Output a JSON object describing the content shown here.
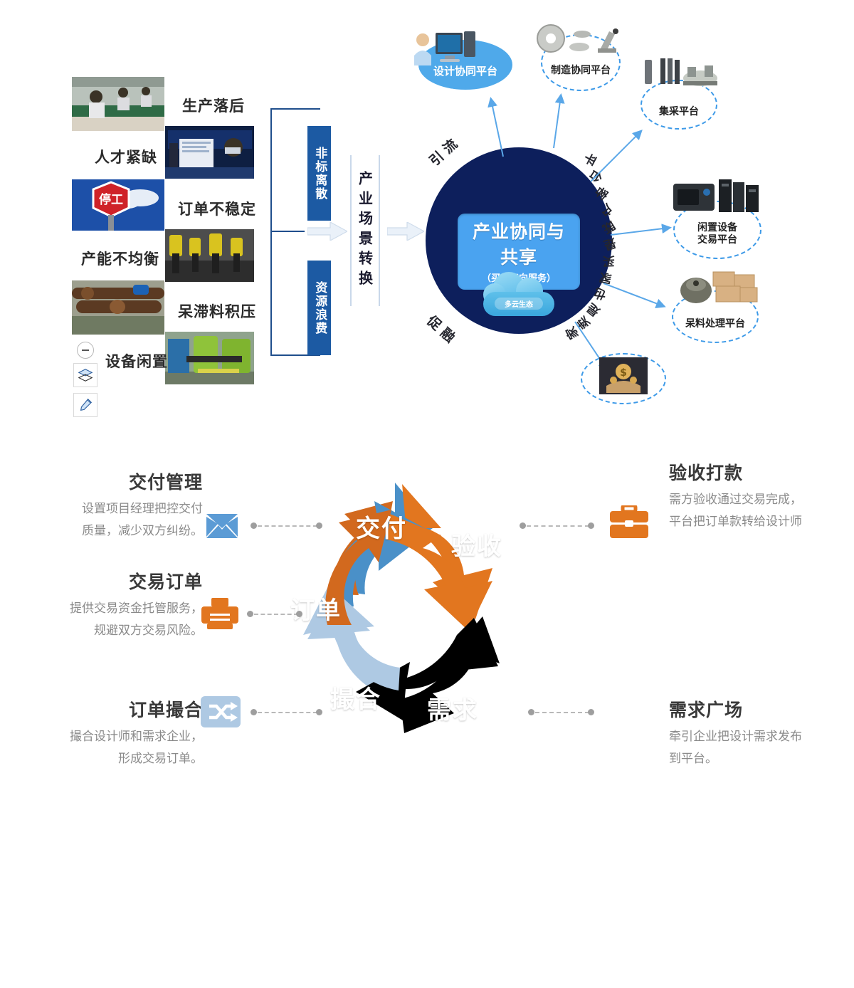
{
  "top": {
    "pain_points": [
      {
        "label": "生产落后"
      },
      {
        "label": "人才紧缺"
      },
      {
        "label": "订单不稳定"
      },
      {
        "label": "产能不均衡"
      },
      {
        "label": "呆滞料积压"
      },
      {
        "label": "设备闲置"
      }
    ],
    "issue_boxes": [
      {
        "label": "非标离散"
      },
      {
        "label": "资源浪费"
      }
    ],
    "converter": {
      "label": "产业场景转换"
    },
    "hub": {
      "title": "产业协同与共享",
      "subtitle": "（买卖双向服务）",
      "cloud_label": "多云生态"
    },
    "arc_left_top": "引 流",
    "arc_left_bottom": "促 融",
    "arc_right": "平台客户既是买家也是卖家",
    "nodes": [
      {
        "label": "设计协同平台",
        "style": "solid"
      },
      {
        "label": "制造协同平台",
        "style": "dashed"
      },
      {
        "label": "集采平台",
        "style": "dashed"
      },
      {
        "label_line1": "闲置设备",
        "label_line2": "交易平台",
        "style": "dashed"
      },
      {
        "label": "呆料处理平台",
        "style": "dashed"
      },
      {
        "label": "金融服务",
        "style": "dashed"
      }
    ],
    "tools": [
      {
        "name": "minus"
      },
      {
        "name": "layers"
      },
      {
        "name": "brush"
      }
    ]
  },
  "bottom": {
    "cycle": [
      {
        "label": "交付",
        "color": "#4a90c8"
      },
      {
        "label": "验收",
        "color": "#e2761f"
      },
      {
        "label": "需求",
        "color": "#000000"
      },
      {
        "label": "撮合",
        "color": "#aec9e3"
      },
      {
        "label": "订单",
        "color": "#d2691e"
      }
    ],
    "features": [
      {
        "title": "交付管理",
        "body_line1": "设置项目经理把控交付",
        "body_line2": "质量，减少双方纠纷。",
        "icon": "envelope-icon",
        "icon_color": "#5b9bd5",
        "side": "left"
      },
      {
        "title": "交易订单",
        "body_line1": "提供交易资金托管服务，",
        "body_line2": "规避双方交易风险。",
        "icon": "printer-icon",
        "icon_color": "#e2761f",
        "side": "left"
      },
      {
        "title": "订单撮合",
        "body_line1": "撮合设计师和需求企业，",
        "body_line2": "形成交易订单。",
        "icon": "shuffle-icon",
        "icon_color": "#aec9e3",
        "side": "left"
      },
      {
        "title": "验收打款",
        "body_line1": "需方验收通过交易完成，",
        "body_line2": "平台把订单款转给设计师",
        "icon": "briefcase-icon",
        "icon_color": "#e2761f",
        "side": "right"
      },
      {
        "title": "需求广场",
        "body_line1": "牵引企业把设计需求发布",
        "body_line2": "到平台。",
        "icon": "folder-icon",
        "icon_color": "#000000",
        "side": "right"
      }
    ]
  },
  "colors": {
    "brand_dark_navy": "#0d1f5c",
    "brand_blue": "#1c5aa3",
    "accent_light_blue": "#4aa3f0",
    "accent_orange": "#e2761f",
    "dashed_blue": "#3d9ae8"
  }
}
